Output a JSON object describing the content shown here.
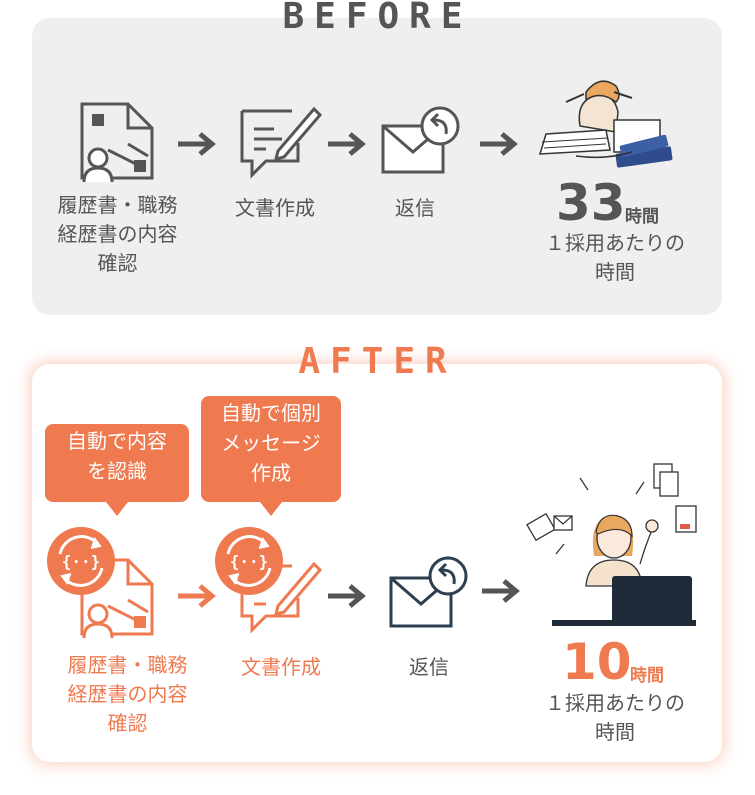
{
  "before": {
    "title": "BEFORE",
    "steps": [
      {
        "label": "履歴書・職務\n経歴書の内容\n確認"
      },
      {
        "label": "文書作成"
      },
      {
        "label": "返信"
      }
    ],
    "result": {
      "number": "33",
      "unit": "時間",
      "caption": "１採用あたりの\n時間"
    }
  },
  "after": {
    "title": "AFTER",
    "callouts": [
      "自動で内容\nを認識",
      "自動で個別\nメッセージ\n作成"
    ],
    "steps": [
      {
        "label": "履歴書・職務\n経歴書の内容\n確認"
      },
      {
        "label": "文書作成"
      },
      {
        "label": "返信"
      }
    ],
    "result": {
      "number": "10",
      "unit": "時間",
      "caption": "１採用あたりの\n時間"
    }
  },
  "colors": {
    "accent": "#f07a50",
    "gray": "#555555",
    "panel": "#efefef",
    "navy": "#2c3e50"
  },
  "icons": [
    "resume-icon",
    "document-edit-icon",
    "reply-mail-icon",
    "arrow-right-icon",
    "auto-recognize-icon",
    "stressed-person-illustration",
    "happy-person-illustration"
  ]
}
